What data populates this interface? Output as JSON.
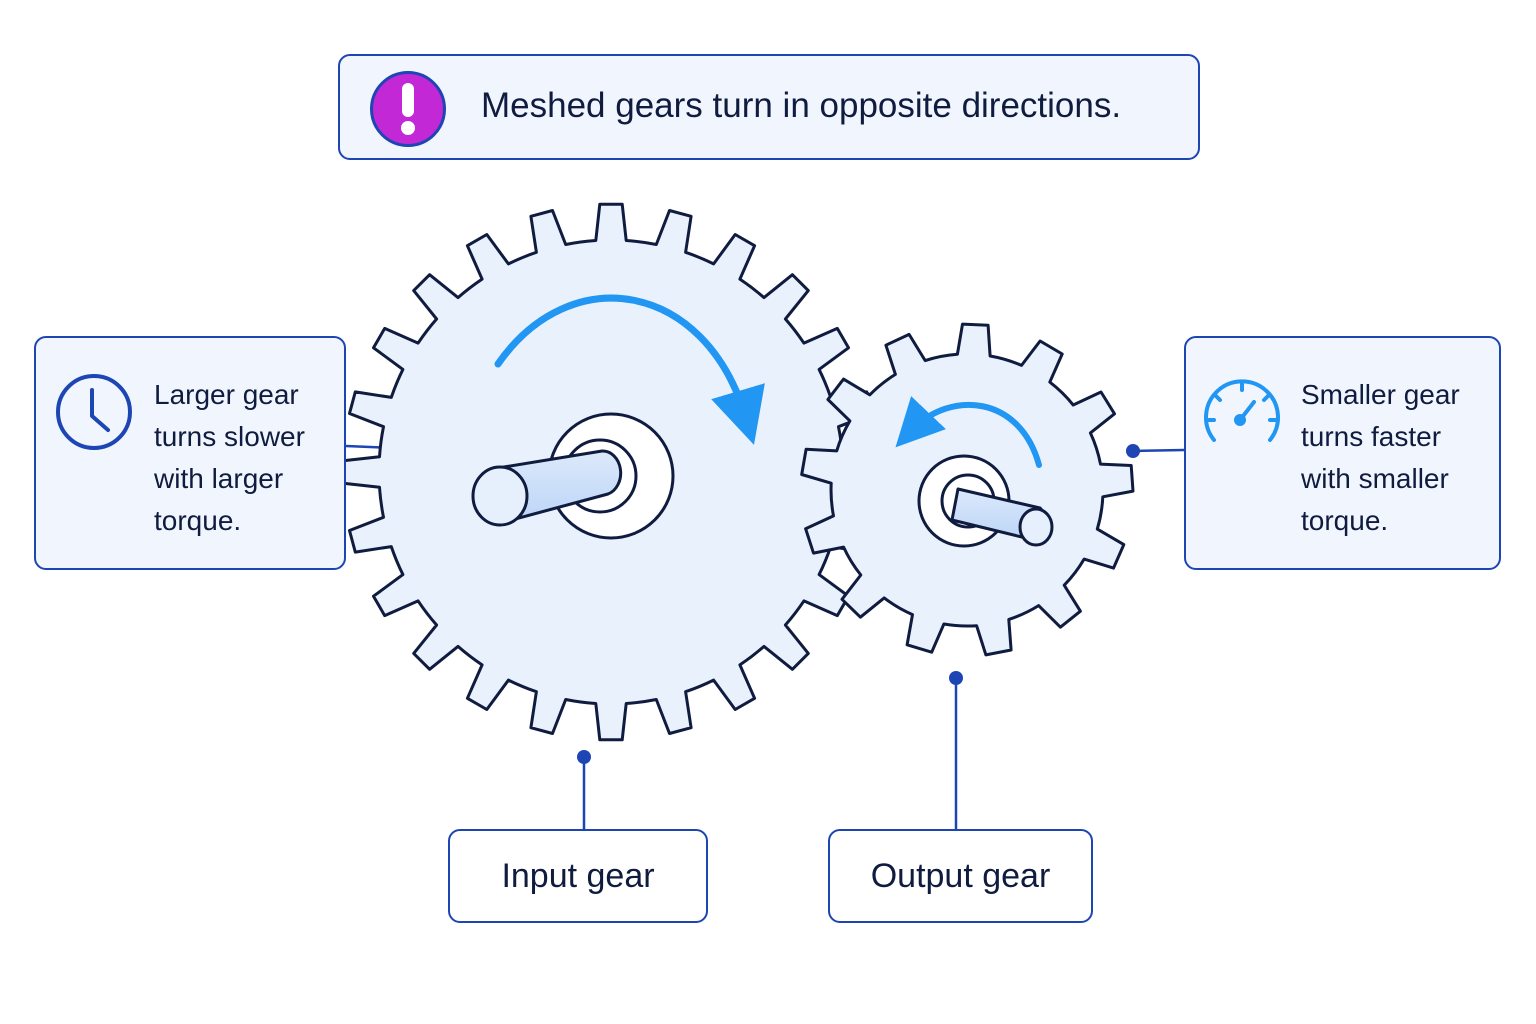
{
  "banner": {
    "text": "Meshed gears turn in opposite directions.",
    "icon": "exclamation-icon"
  },
  "left_note": {
    "icon": "clock-icon",
    "lines": [
      "Larger gear",
      "turns slower",
      "with larger",
      "torque."
    ]
  },
  "right_note": {
    "icon": "speedometer-icon",
    "lines": [
      "Smaller gear",
      "turns faster",
      "with smaller",
      "torque."
    ]
  },
  "labels": {
    "input": "Input gear",
    "output": "Output gear"
  },
  "gears": {
    "input": {
      "teeth": 24,
      "rotation": "clockwise"
    },
    "output": {
      "teeth": 13,
      "rotation": "counterclockwise"
    }
  },
  "colors": {
    "accent": "#1d45b3",
    "alert": "#c228d6",
    "arrow": "#2196f3",
    "gear_fill": "#e9f1fc",
    "outline": "#0f1c3f"
  }
}
